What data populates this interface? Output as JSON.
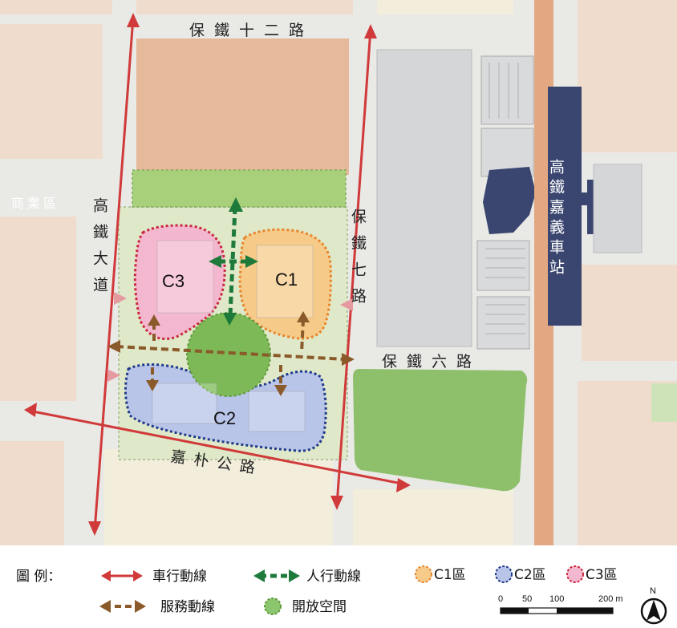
{
  "roads": {
    "north": "保鐵十二路",
    "west": "高鐵大道",
    "east": "保鐵七路",
    "mid_east": "保鐵六路",
    "south": "嘉朴公路"
  },
  "zones": {
    "c1": "C1",
    "c2": "C2",
    "c3": "C3"
  },
  "area_labels": {
    "commercial": "商業區",
    "station": "高鐵嘉義車站"
  },
  "legend": {
    "title": "圖 例：",
    "vehicle": "車行動線",
    "pedestrian": "人行動線",
    "service": "服務動線",
    "open_space": "開放空間",
    "c1": "C1區",
    "c2": "C2區",
    "c3": "C3區"
  },
  "scale": {
    "ticks": [
      "0",
      "50",
      "100",
      "200 m"
    ]
  },
  "north_arrow": "N",
  "colors": {
    "vehicle": "#d03a3a",
    "pedestrian": "#1e7a3a",
    "service": "#8a5a2a",
    "open_space": "#8cc66e",
    "c1_border": "#e8852a",
    "c2_border": "#1f3a8a",
    "c3_border": "#c8283c",
    "station": "#3a4670"
  }
}
